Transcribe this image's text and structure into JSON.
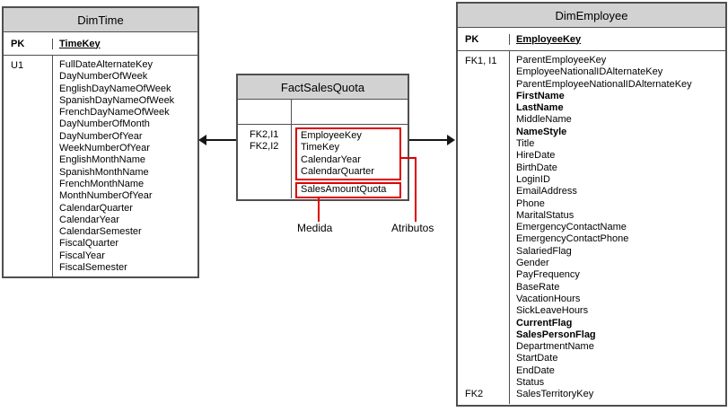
{
  "tables": {
    "dimtime": {
      "title": "DimTime",
      "pk_label": "PK",
      "pk_field": "TimeKey",
      "unique_key_label": "U1",
      "columns": [
        "FullDateAlternateKey",
        "DayNumberOfWeek",
        "EnglishDayNameOfWeek",
        "SpanishDayNameOfWeek",
        "FrenchDayNameOfWeek",
        "DayNumberOfMonth",
        "DayNumberOfYear",
        "WeekNumberOfYear",
        "EnglishMonthName",
        "SpanishMonthName",
        "FrenchMonthName",
        "MonthNumberOfYear",
        "CalendarQuarter",
        "CalendarYear",
        "CalendarSemester",
        "FiscalQuarter",
        "FiscalYear",
        "FiscalSemester"
      ]
    },
    "factsalesquota": {
      "title": "FactSalesQuota",
      "fk_labels": [
        "FK2,I1",
        "FK2,I2"
      ],
      "attributes": [
        "EmployeeKey",
        "TimeKey",
        "CalendarYear",
        "CalendarQuarter"
      ],
      "measures": [
        "SalesAmountQuota"
      ]
    },
    "dimemployee": {
      "title": "DimEmployee",
      "pk_label": "PK",
      "pk_field": "EmployeeKey",
      "fk_label_top": "FK1, I1",
      "fk_label_bottom": "FK2",
      "columns": [
        "ParentEmployeeKey",
        "EmployeeNationalIDAlternateKey",
        "ParentEmployeeNationalIDAlternateKey",
        "FirstName",
        "LastName",
        "MiddleName",
        "NameStyle",
        "Title",
        "HireDate",
        "BirthDate",
        "LoginID",
        "EmailAddress",
        "Phone",
        "MaritalStatus",
        "EmergencyContactName",
        "EmergencyContactPhone",
        "SalariedFlag",
        "Gender",
        "PayFrequency",
        "BaseRate",
        "VacationHours",
        "SickLeaveHours",
        "CurrentFlag",
        "SalesPersonFlag",
        "DepartmentName",
        "StartDate",
        "EndDate",
        "Status",
        "SalesTerritoryKey"
      ],
      "bold_columns": [
        "FirstName",
        "LastName",
        "NameStyle",
        "CurrentFlag",
        "SalesPersonFlag"
      ]
    }
  },
  "annotations": {
    "measure": "Medida",
    "attributes": "Atributos"
  },
  "colors": {
    "highlight_red": "#dd0000",
    "header_fill": "#d2d2d2",
    "border_gray": "#4f4f4f"
  }
}
